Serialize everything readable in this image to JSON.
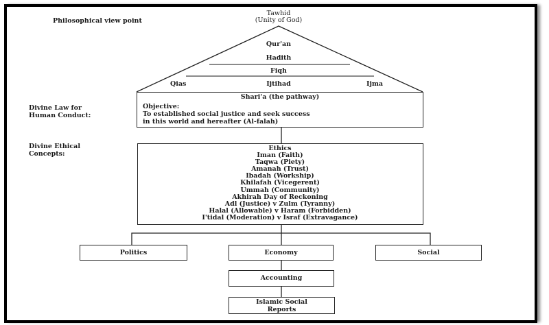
{
  "diagram": {
    "side_labels": {
      "philosophical": "Philosophical view point",
      "divine_law_line1": "Divine Law for",
      "divine_law_line2": "Human Conduct:",
      "divine_ethical_line1": "Divine Ethical",
      "divine_ethical_line2": "Concepts:"
    },
    "apex": {
      "line1": "Tawhid",
      "line2": "(Unity of God)"
    },
    "pyramid": {
      "quran": "Qur'an",
      "hadith": "Hadith",
      "fiqh": "Fiqh",
      "qias": "Qias",
      "ijtihad": "Ijtihad",
      "ijma": "Ijma"
    },
    "sharia_box": {
      "title": "Shari'a (the pathway)",
      "objective_label": "Objective:",
      "objective_line1": "To established social justice and seek success",
      "objective_line2": "in this world and hereafter (Al-falah)"
    },
    "ethics_box": {
      "items": [
        "Ethics",
        "Iman (Faith)",
        "Taqwa (Piety)",
        "Amanah (Trust)",
        "Ibadah (Workship)",
        "Khilafah (Vicegerent)",
        "Ummah (Community)",
        "Akhirah Day of Reckoning",
        "Adl (Justice) v Zulm (Tyranny)",
        "Halal (Allowable) v Haram (Forbidden)",
        "I'tidal (Moderation) v Israf (Extravagance)"
      ]
    },
    "branches": {
      "politics": "Politics",
      "economy": "Economy",
      "social": "Social"
    },
    "accounting": "Accounting",
    "reports_line1": "Islamic Social",
    "reports_line2": "Reports"
  }
}
